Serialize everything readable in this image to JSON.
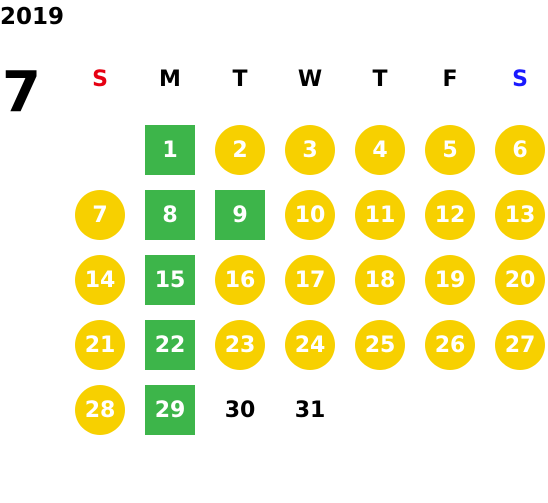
{
  "calendar": {
    "year": "2019",
    "month": "7",
    "weekdays": [
      {
        "label": "S",
        "color": "#e60012"
      },
      {
        "label": "M",
        "color": "#000000"
      },
      {
        "label": "T",
        "color": "#000000"
      },
      {
        "label": "W",
        "color": "#000000"
      },
      {
        "label": "T",
        "color": "#000000"
      },
      {
        "label": "F",
        "color": "#000000"
      },
      {
        "label": "S",
        "color": "#1a1aff"
      }
    ],
    "start_weekday": 1,
    "days": [
      {
        "day": "1",
        "style": "square"
      },
      {
        "day": "2",
        "style": "circle"
      },
      {
        "day": "3",
        "style": "circle"
      },
      {
        "day": "4",
        "style": "circle"
      },
      {
        "day": "5",
        "style": "circle"
      },
      {
        "day": "6",
        "style": "circle"
      },
      {
        "day": "7",
        "style": "circle"
      },
      {
        "day": "8",
        "style": "square"
      },
      {
        "day": "9",
        "style": "square"
      },
      {
        "day": "10",
        "style": "circle"
      },
      {
        "day": "11",
        "style": "circle"
      },
      {
        "day": "12",
        "style": "circle"
      },
      {
        "day": "13",
        "style": "circle"
      },
      {
        "day": "14",
        "style": "circle"
      },
      {
        "day": "15",
        "style": "square"
      },
      {
        "day": "16",
        "style": "circle"
      },
      {
        "day": "17",
        "style": "circle"
      },
      {
        "day": "18",
        "style": "circle"
      },
      {
        "day": "19",
        "style": "circle"
      },
      {
        "day": "20",
        "style": "circle"
      },
      {
        "day": "21",
        "style": "circle"
      },
      {
        "day": "22",
        "style": "square"
      },
      {
        "day": "23",
        "style": "circle"
      },
      {
        "day": "24",
        "style": "circle"
      },
      {
        "day": "25",
        "style": "circle"
      },
      {
        "day": "26",
        "style": "circle"
      },
      {
        "day": "27",
        "style": "circle"
      },
      {
        "day": "28",
        "style": "circle"
      },
      {
        "day": "29",
        "style": "square"
      },
      {
        "day": "30",
        "style": "plain"
      },
      {
        "day": "31",
        "style": "plain"
      }
    ],
    "colors": {
      "circle": "#f7d000",
      "square": "#3db54a"
    }
  }
}
